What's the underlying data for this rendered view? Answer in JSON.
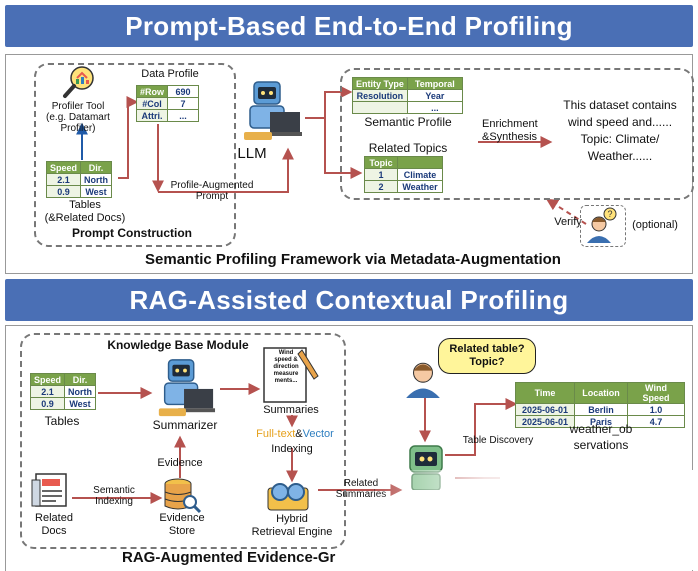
{
  "top": {
    "banner": "Prompt-Based End-to-End Profiling",
    "profiler_tool": [
      "Profiler Tool",
      "(e.g. Datamart",
      "Profiler)"
    ],
    "data_profile": {
      "title": "Data Profile",
      "rows": [
        [
          "#Row",
          "690"
        ],
        [
          "#Col",
          "7"
        ],
        [
          "Attri.",
          "..."
        ]
      ]
    },
    "tables_table": {
      "header": [
        "Speed",
        "Dir."
      ],
      "rows": [
        [
          "2.1",
          "North"
        ],
        [
          "0.9",
          "West"
        ]
      ]
    },
    "tables_label": [
      "Tables",
      "(&Related Docs)"
    ],
    "prompt_construction": "Prompt Construction",
    "profile_augmented_prompt": [
      "Profile-Augmented",
      "Prompt"
    ],
    "llm": "LLM",
    "semantic_profile": {
      "header": [
        "Entity Type",
        "Temporal"
      ],
      "rows": [
        [
          "Resolution",
          "Year"
        ],
        [
          "",
          "..."
        ]
      ],
      "label": "Semantic Profile"
    },
    "related_topics": {
      "title": "Related Topics",
      "header": [
        "Topic",
        ""
      ],
      "rows": [
        [
          "1",
          "Climate"
        ],
        [
          "2",
          "Weather"
        ]
      ]
    },
    "enrichment": [
      "Enrichment",
      "&Synthesis"
    ],
    "description": [
      "This dataset contains",
      "wind speed and......",
      "Topic: Climate/",
      "Weather......"
    ],
    "verify": "Verify",
    "optional": "(optional)",
    "framework": "Semantic Profiling Framework via Metadata-Augmentation"
  },
  "bottom": {
    "banner": "RAG-Assisted Contextual Profiling",
    "kb_module": "Knowledge Base Module",
    "tables_table": {
      "header": [
        "Speed",
        "Dir."
      ],
      "rows": [
        [
          "2.1",
          "North"
        ],
        [
          "0.9",
          "West"
        ]
      ]
    },
    "tables_label": "Tables",
    "summarizer": "Summarizer",
    "doc_text": [
      "Wind",
      "speed &",
      "direction",
      "measure",
      "ments..."
    ],
    "summaries": "Summaries",
    "full_text": "Full-text",
    "amp": "&",
    "vector": "Vector",
    "indexing": "Indexing",
    "evidence": "Evidence",
    "semantic_indexing": [
      "Semantic",
      "Indexing"
    ],
    "related_docs": [
      "Related",
      "Docs"
    ],
    "evidence_store": [
      "Evidence",
      "Store"
    ],
    "hybrid": [
      "Hybrid",
      "Retrieval Engine"
    ],
    "related_summaries": [
      "Related",
      "Summaries"
    ],
    "question": [
      "Related table?",
      "Topic?"
    ],
    "table_discovery": "Table Discovery",
    "result_table": {
      "header": [
        "Time",
        "Location",
        "Wind Speed"
      ],
      "rows": [
        [
          "2025-06-01",
          "Berlin",
          "1.0"
        ],
        [
          "2025-06-01",
          "Paris",
          "4.7"
        ]
      ]
    },
    "result_label": [
      "weather_ob",
      "servations"
    ],
    "footer": "RAG-Augmented Evidence-Gr"
  },
  "colors": {
    "banner": "#4a6fb5",
    "arrow": "#b5524f",
    "table_header": "#7aa24a",
    "full_text": "#e6a11c",
    "vector": "#2f7fc0",
    "bubble": "#fff59a"
  },
  "icons": [
    "magnifier-chart-icon",
    "robot-laptop-icon",
    "user-thinking-icon",
    "document-pen-icon",
    "database-search-icon",
    "binoculars-icon",
    "newspaper-icon",
    "robot-icon"
  ]
}
